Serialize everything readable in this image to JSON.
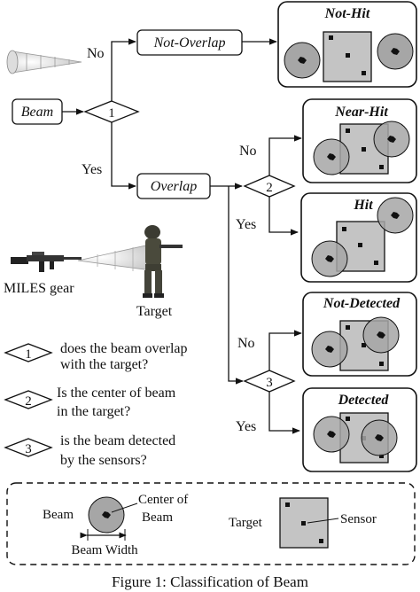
{
  "diagram": {
    "beam_label": "Beam",
    "decision_1": "1",
    "decision_2": "2",
    "decision_3": "3",
    "not_overlap_label": "Not-Overlap",
    "overlap_label": "Overlap",
    "no_1": "No",
    "yes_1": "Yes",
    "no_2": "No",
    "yes_2": "Yes",
    "no_3": "No",
    "yes_3": "Yes",
    "outcomes": {
      "not_hit": "Not-Hit",
      "near_hit": "Near-Hit",
      "hit": "Hit",
      "not_detected": "Not-Detected",
      "detected": "Detected"
    },
    "miles_gear_label": "MILES gear",
    "target_label": "Target",
    "questions": [
      {
        "num": "1",
        "line1": "does the beam overlap",
        "line2": "with the target?"
      },
      {
        "num": "2",
        "line1": "Is the center of beam",
        "line2": "in the target?"
      },
      {
        "num": "3",
        "line1": "is the beam detected",
        "line2": "by the sensors?"
      }
    ],
    "legend": {
      "beam": "Beam",
      "center_line1": "Center of",
      "center_line2": "Beam",
      "beam_width": "Beam Width",
      "target": "Target",
      "sensor": "Sensor"
    },
    "caption": "Figure 1: Classification of Beam",
    "colors": {
      "beam_fill": "#a6a6a6",
      "target_fill": "#c4c4c4",
      "ink": "#111111"
    }
  }
}
